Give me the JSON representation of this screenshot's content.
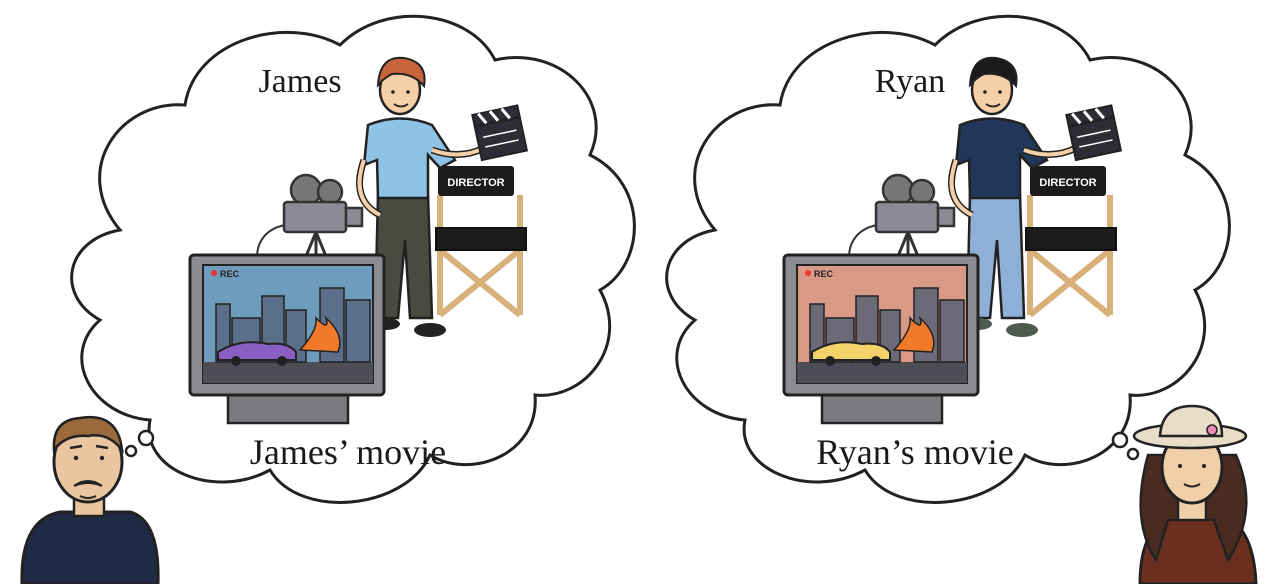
{
  "left": {
    "name": "James",
    "caption": "James’ movie",
    "chair_label": "DIRECTOR",
    "rec_label": "REC",
    "shirt_color": "#8ec3e6",
    "pants_color": "#4a4a42",
    "car_color": "#8a5fc4",
    "screen_sky": "#6f9cbd"
  },
  "right": {
    "name": "Ryan",
    "caption": "Ryan’s movie",
    "chair_label": "DIRECTOR",
    "rec_label": "REC",
    "shirt_color": "#22365a",
    "pants_color": "#8fb0d6",
    "car_color": "#f3d36a",
    "screen_sky": "#d89a86"
  }
}
